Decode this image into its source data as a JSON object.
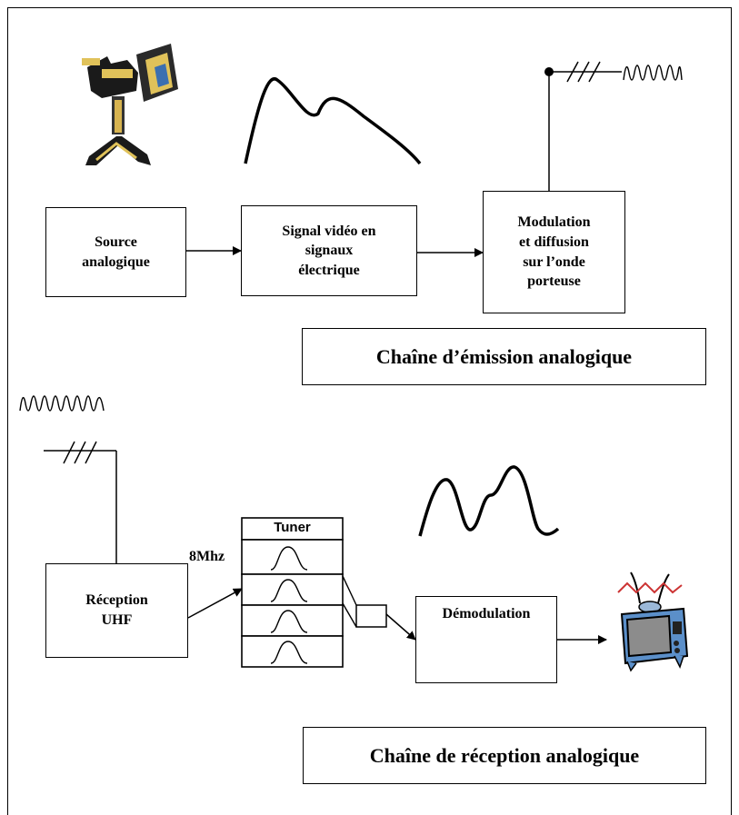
{
  "emission": {
    "source": "Source\nanalogique",
    "signal": "Signal vidéo en\nsignaux\nélectrique",
    "modulation": "Modulation\net diffusion\nsur l’onde\nporteuse",
    "caption": "Chaîne d’émission analogique"
  },
  "reception": {
    "reception": "Réception\nUHF",
    "bandwidth": "8Mhz",
    "tuner": "Tuner",
    "demodulation": "Démodulation",
    "caption": "Chaîne de réception analogique"
  },
  "colors": {
    "line": "#000000",
    "tv_body": "#5b8fc9",
    "tv_screen": "#8c8c8c",
    "signal_zigzag": "#cc3333"
  },
  "icons": [
    "video-camera-icon",
    "antenna-icon",
    "television-icon"
  ]
}
